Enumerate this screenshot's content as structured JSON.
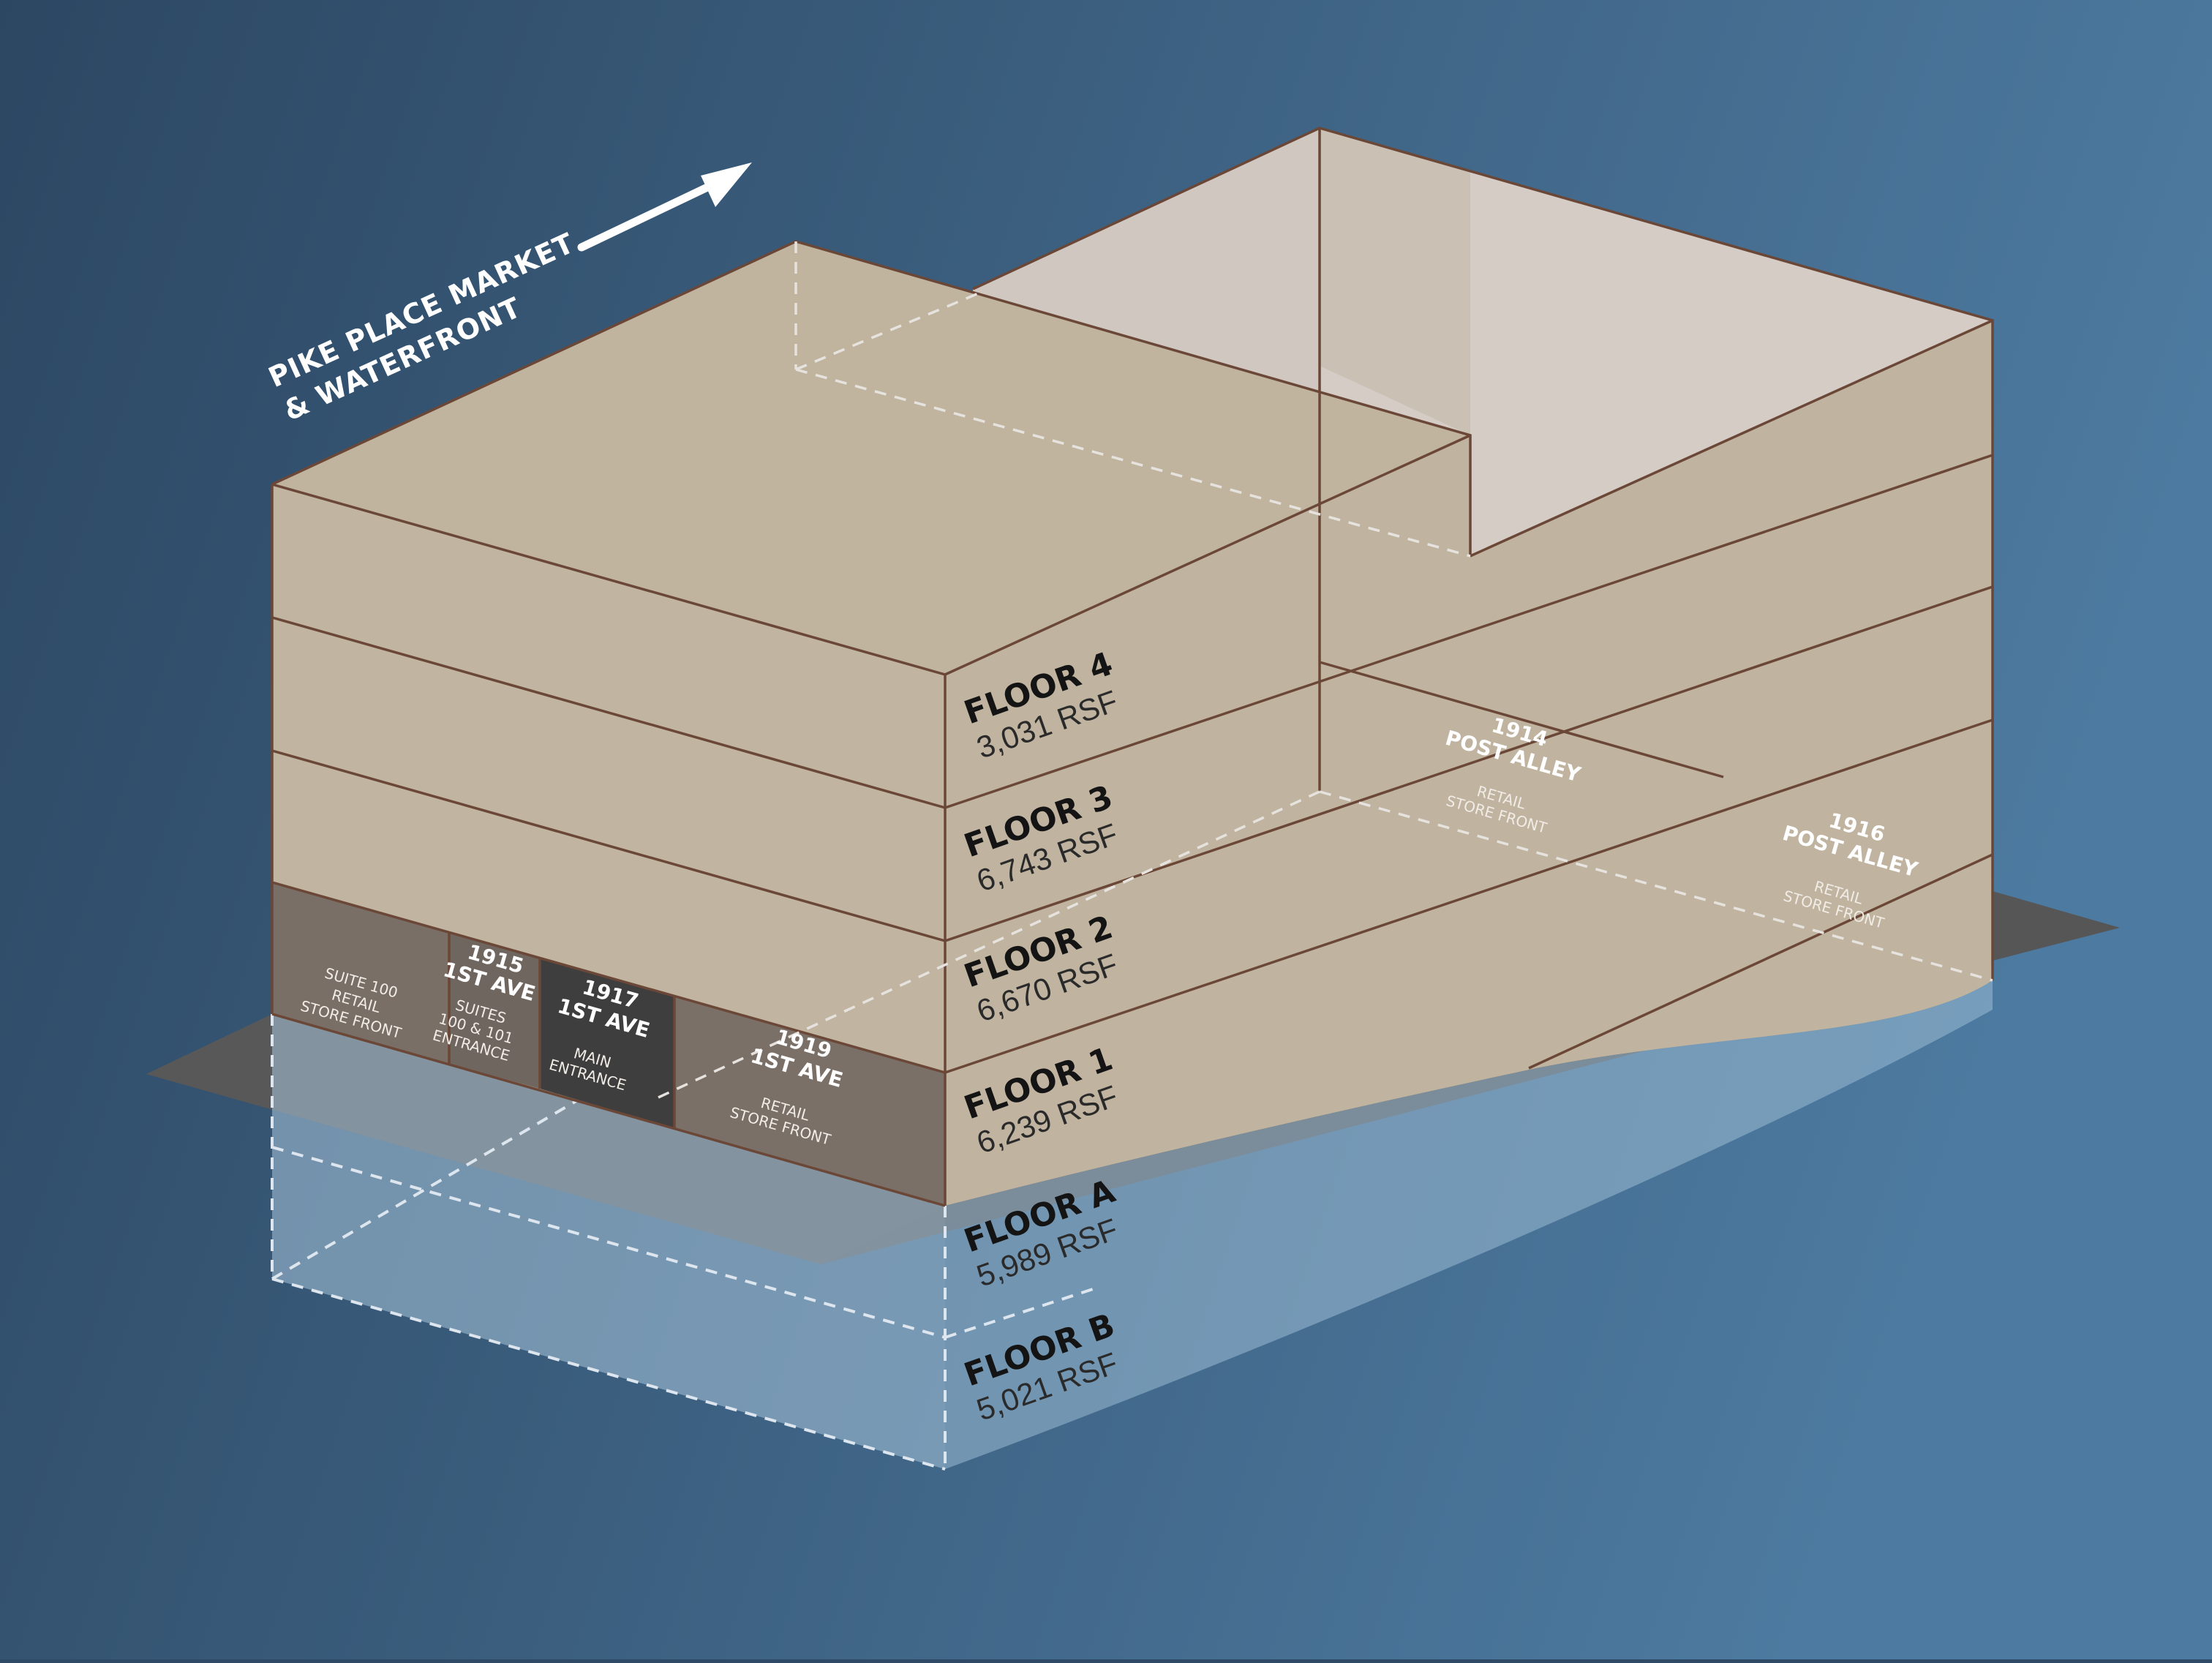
{
  "direction_label": {
    "line1": "PIKE PLACE MARKET",
    "line2": "& WATERFRONT",
    "arrow": "arrow-right-icon"
  },
  "floors": [
    {
      "name": "FLOOR 4",
      "area": "3,031 RSF"
    },
    {
      "name": "FLOOR 3",
      "area": "6,743 RSF"
    },
    {
      "name": "FLOOR 2",
      "area": "6,670 RSF"
    },
    {
      "name": "FLOOR 1",
      "area": "6,239 RSF"
    },
    {
      "name": "FLOOR A",
      "area": "5,989 RSF"
    },
    {
      "name": "FLOOR B",
      "area": "5,021 RSF"
    }
  ],
  "units": {
    "suite_100": {
      "lines": [
        "SUITE 100",
        "RETAIL",
        "STORE FRONT"
      ]
    },
    "unit_1915": {
      "title": [
        "1915",
        "1ST AVE"
      ],
      "sub": [
        "SUITES",
        "100 & 101",
        "ENTRANCE"
      ]
    },
    "unit_1917": {
      "title": [
        "1917",
        "1ST AVE"
      ],
      "sub": [
        "MAIN",
        "ENTRANCE"
      ]
    },
    "unit_1919": {
      "title": [
        "1919",
        "1ST AVE"
      ],
      "sub": [
        "RETAIL",
        "STORE FRONT"
      ]
    },
    "unit_1914": {
      "title": [
        "1914",
        "POST ALLEY"
      ],
      "sub": [
        "RETAIL",
        "STORE FRONT"
      ]
    },
    "unit_1916": {
      "title": [
        "1916",
        "POST ALLEY"
      ],
      "sub": [
        "RETAIL",
        "STORE FRONT"
      ]
    }
  },
  "colors": {
    "background_left": "#2c4762",
    "background_right": "#4d7aa0",
    "building": "#c1b5a2",
    "building_translucent": "#d3cbc4",
    "edge": "#6b4737",
    "ground": "#565656",
    "retail": "#7a6f67",
    "main_entrance": "#3e3e3e",
    "basement": "#a2c2da"
  }
}
